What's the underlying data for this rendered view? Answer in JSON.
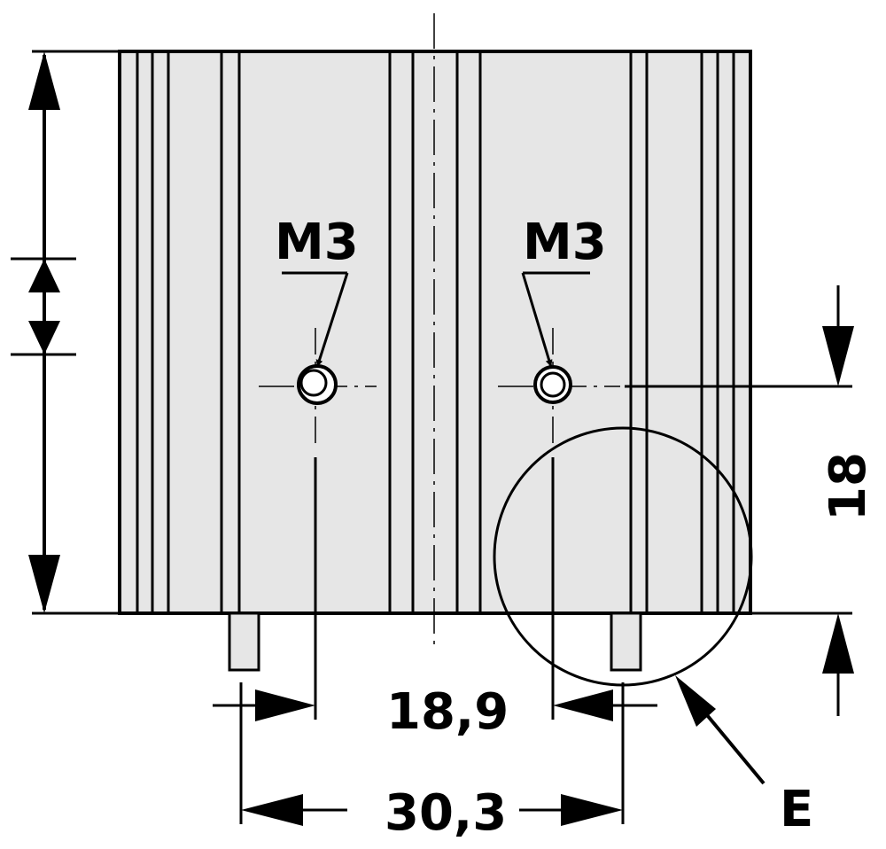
{
  "labels": {
    "thread_left": "M3",
    "thread_right": "M3",
    "dim_hole_spacing": "18,9",
    "dim_pin_spacing": "30,3",
    "dim_hole_height": "18",
    "detail_ref": "E"
  },
  "colors": {
    "body_fill": "#e6e6e6",
    "line": "#000000",
    "background": "#ffffff"
  }
}
